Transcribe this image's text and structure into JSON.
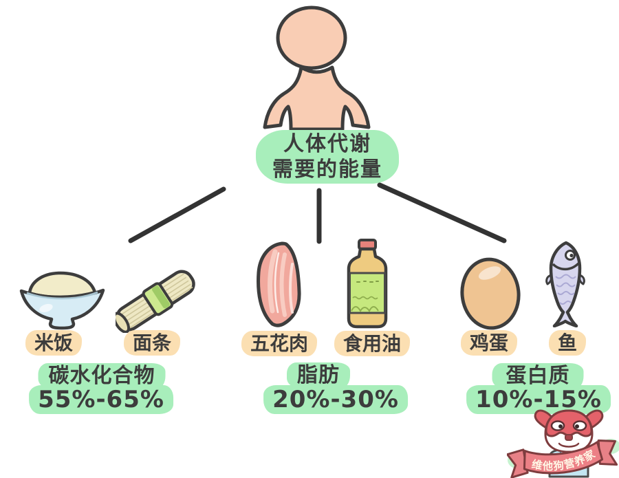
{
  "title": {
    "line1": "人体代谢",
    "line2": "需要的能量"
  },
  "root_node": {
    "icon": "person-upper-body"
  },
  "groups": [
    {
      "id": "carbohydrate",
      "category": "碳水化合物",
      "range": "55%-65%",
      "foods": [
        {
          "icon": "rice-bowl",
          "label": "米饭"
        },
        {
          "icon": "noodle-bundle",
          "label": "面条"
        }
      ]
    },
    {
      "id": "fat",
      "category": "脂肪",
      "range": "20%-30%",
      "foods": [
        {
          "icon": "pork-belly",
          "label": "五花肉"
        },
        {
          "icon": "cooking-oil-bottle",
          "label": "食用油"
        }
      ]
    },
    {
      "id": "protein",
      "category": "蛋白质",
      "range": "10%-15%",
      "foods": [
        {
          "icon": "egg",
          "label": "鸡蛋"
        },
        {
          "icon": "fish",
          "label": "鱼"
        }
      ]
    }
  ],
  "logo": {
    "icon": "dog-mascot",
    "text": "维他狗营养家"
  },
  "colors": {
    "background": "#ffffff",
    "highlight_green": "#a8eebb",
    "highlight_peach": "#fbdfb2",
    "text_dark": "#3c3c3c",
    "skin": "#f9cdb4",
    "connector": "#333333",
    "bowl_blue": "#d7ecf5",
    "rice_cream": "#f2ecc9",
    "noodle_cream": "#eee8c4",
    "noodle_band_green": "#cde98f",
    "pork_pink": "#f1a89d",
    "oil_yellow": "#eecb80",
    "oil_label_green": "#c6e87e",
    "oil_cap_red": "#e7827b",
    "egg_tan": "#efc492",
    "fish_lavender": "#d7d6ee",
    "mascot_red": "#e4626a",
    "ribbon_red": "#ec8086"
  }
}
